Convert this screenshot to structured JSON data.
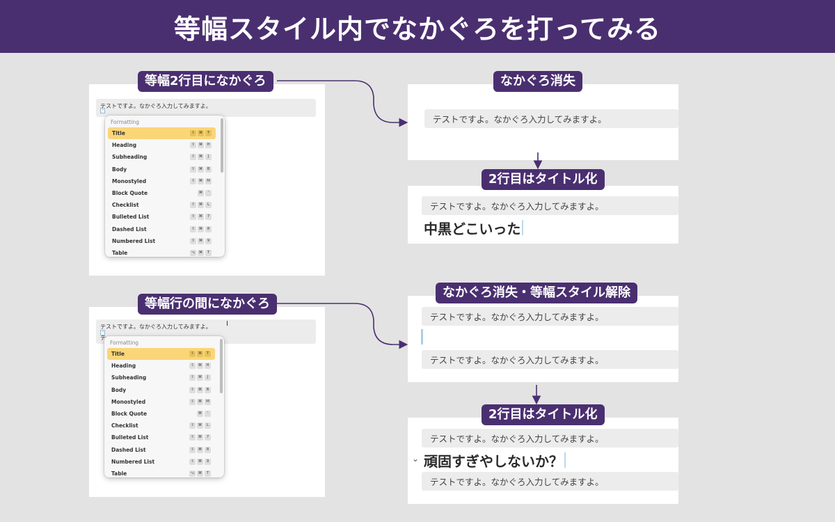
{
  "banner": {
    "title": "等幅スタイル内でなかぐろを打ってみる"
  },
  "colors": {
    "accent": "#4a2f70",
    "highlight": "#fad679",
    "memo_bg": "#ececec"
  },
  "section1": {
    "badge": "等幅2行目になかぐろ",
    "memo_text": "テストですよ。なかぐろ入力してみますよ。",
    "caret_char": "・",
    "result_top": {
      "badge": "なかぐろ消失",
      "row": "テストですよ。なかぐろ入力してみますよ。"
    },
    "result_bottom": {
      "badge": "2行目はタイトル化",
      "row": "テストですよ。なかぐろ入力してみますよ。",
      "title": "中黒どこいった"
    }
  },
  "section2": {
    "badge": "等幅行の間になかぐろ",
    "memo_text": "テストですよ。なかぐろ入力してみますよ。",
    "memo_text_below": "テ",
    "caret_char": "・",
    "result_top": {
      "badge": "なかぐろ消失・等幅スタイル解除",
      "row1": "テストですよ。なかぐろ入力してみますよ。",
      "row2": "テストですよ。なかぐろ入力してみますよ。"
    },
    "result_bottom": {
      "badge": "2行目はタイトル化",
      "row1": "テストですよ。なかぐろ入力してみますよ。",
      "title": "頑固すぎやしないか？",
      "row2": "テストですよ。なかぐろ入力してみますよ。"
    }
  },
  "menu": {
    "header": "Formatting",
    "items": [
      {
        "label": "Title",
        "keys": [
          "⇧",
          "⌘",
          "T"
        ]
      },
      {
        "label": "Heading",
        "keys": [
          "⇧",
          "⌘",
          "H"
        ]
      },
      {
        "label": "Subheading",
        "keys": [
          "⇧",
          "⌘",
          "J"
        ]
      },
      {
        "label": "Body",
        "keys": [
          "⇧",
          "⌘",
          "B"
        ]
      },
      {
        "label": "Monostyled",
        "keys": [
          "⇧",
          "⌘",
          "M"
        ]
      },
      {
        "label": "Block Quote",
        "keys": [
          "⌘",
          "'"
        ]
      },
      {
        "label": "Checklist",
        "keys": [
          "⇧",
          "⌘",
          "L"
        ]
      },
      {
        "label": "Bulleted List",
        "keys": [
          "⇧",
          "⌘",
          "7"
        ]
      },
      {
        "label": "Dashed List",
        "keys": [
          "⇧",
          "⌘",
          "8"
        ]
      },
      {
        "label": "Numbered List",
        "keys": [
          "⇧",
          "⌘",
          "9"
        ]
      },
      {
        "label": "Table",
        "keys": [
          "⌥",
          "⌘",
          "T"
        ]
      }
    ]
  },
  "icons": {
    "menu_chevron": "chevron-down-icon",
    "mouse_pointer": "pointer-icon",
    "text_cursor": "ibeam-cursor-icon"
  }
}
